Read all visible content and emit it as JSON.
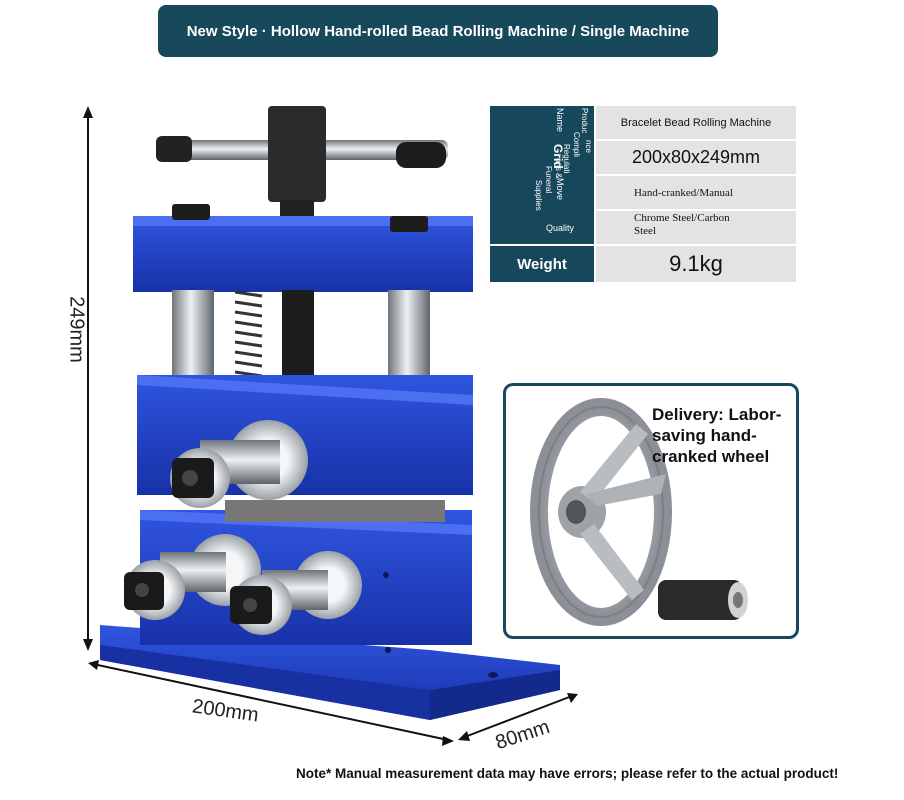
{
  "header": {
    "title": "New Style · Hollow Hand-rolled Bead Rolling Machine / Single Machine"
  },
  "spec": {
    "name_label": "Name",
    "name_value": "Bracelet Bead Rolling Machine",
    "side_label_1": "Produc",
    "side_label_2": "Compli",
    "side_label_3": "nce",
    "side_label_4": "Regulati",
    "side_label_5": "ons &",
    "side_label_6": "Funeral",
    "side_label_7": "Supplies",
    "grid_label": "Grid",
    "grid_value": "200x80x249mm",
    "move_label": "Move",
    "move_value": "Hand-cranked/Manual",
    "quality_label": "Quality",
    "quality_value_1": "Chrome Steel/Carbon",
    "quality_value_2": "Steel",
    "weight_label": "Weight",
    "weight_value": "9.1kg"
  },
  "dimensions": {
    "height": "249mm",
    "width": "200mm",
    "depth": "80mm"
  },
  "delivery": {
    "text": "Delivery: Labor-saving hand-cranked wheel"
  },
  "note": "Note* Manual measurement data may have errors; please refer to the actual product!",
  "colors": {
    "accent": "#17495a",
    "machine_blue": "#1f3fc7",
    "cell_gray": "#e3e3e3"
  }
}
